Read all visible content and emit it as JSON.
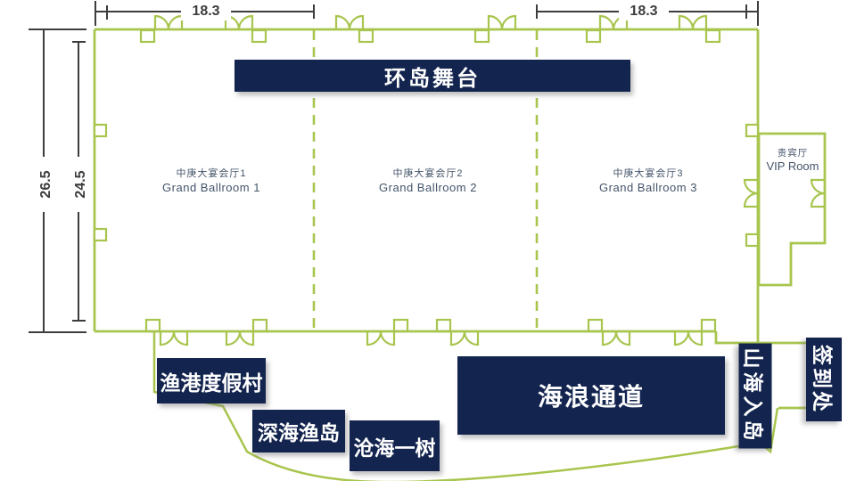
{
  "dimensions": {
    "top_left": "18.3",
    "top_right": "18.3",
    "left_outer": "26.5",
    "left_inner": "24.5"
  },
  "rooms": [
    {
      "cn": "中庚大宴会厅1",
      "en": "Grand Ballroom 1"
    },
    {
      "cn": "中庚大宴会厅2",
      "en": "Grand Ballroom 2"
    },
    {
      "cn": "中庚大宴会厅3",
      "en": "Grand Ballroom 3"
    }
  ],
  "vip": {
    "cn": "贵宾厅",
    "en": "VIP Room"
  },
  "banners": {
    "stage": "环岛舞台",
    "wave_corridor": "海浪通道",
    "fishing_resort": "渔港度假村",
    "deep_sea_island": "深海渔岛",
    "sea_tree": "沧海一树",
    "island_entry": "山海入岛",
    "sign_in": "签到处"
  },
  "colors": {
    "wall_green": "#a8c54e",
    "navy": "#13244f",
    "dimension_line": "#3d3d3d",
    "room_text": "#44546a"
  }
}
